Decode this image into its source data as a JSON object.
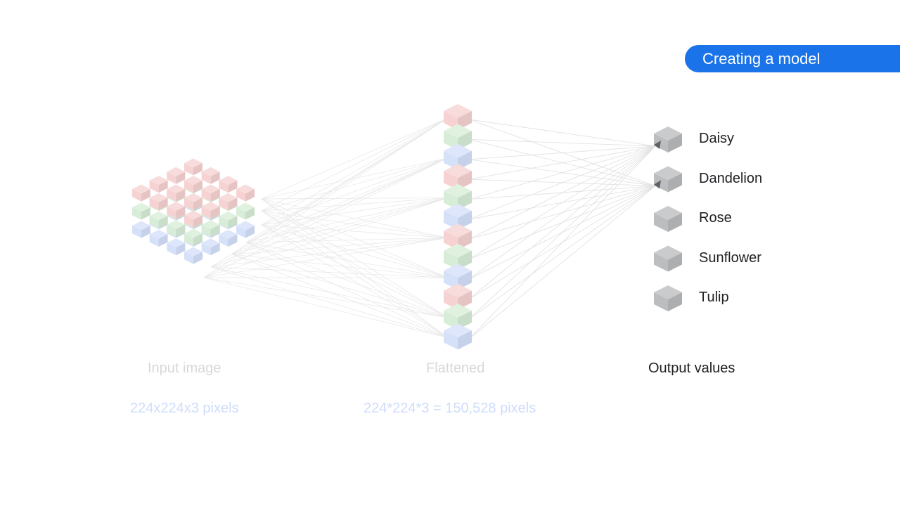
{
  "header": {
    "badge": "Creating a model"
  },
  "input": {
    "label": "Input image",
    "dims": "224x224x3 pixels"
  },
  "flattened": {
    "label": "Flattened",
    "dims": "224*224*3 = 150,528 pixels"
  },
  "output": {
    "label": "Output values",
    "classes": [
      "Daisy",
      "Dandelion",
      "Rose",
      "Sunflower",
      "Tulip"
    ]
  },
  "colors": {
    "accent": "#1a73e8",
    "red_channel": "#f6d0d0",
    "green_channel": "#d5ecd5",
    "blue_channel": "#d3def9",
    "output_node": "#b8b9bb"
  },
  "flattened_sequence": [
    "red",
    "green",
    "blue",
    "red",
    "green",
    "blue",
    "red",
    "green",
    "blue",
    "red",
    "green",
    "blue"
  ]
}
